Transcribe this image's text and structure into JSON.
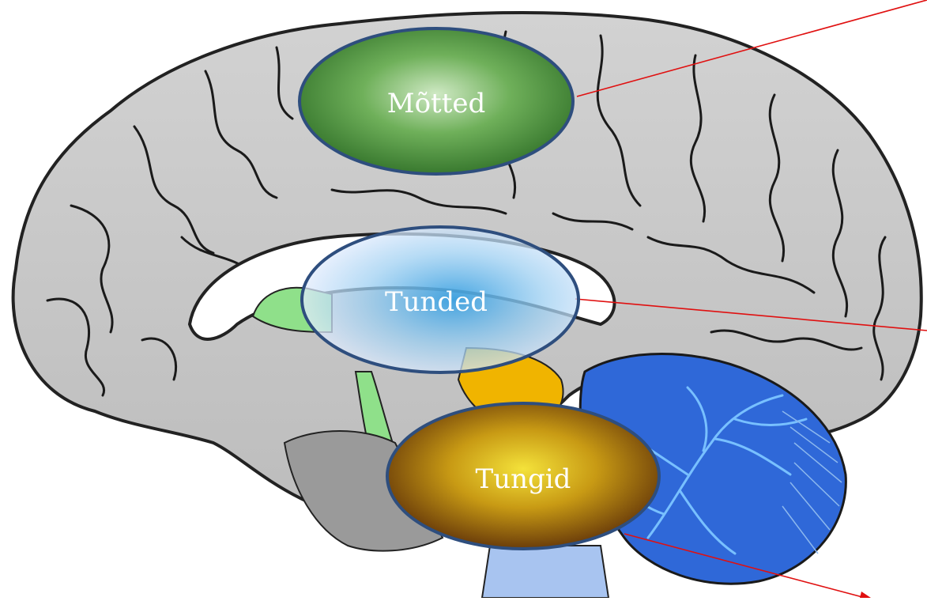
{
  "labels": {
    "thoughts": "Mõtted",
    "feelings": "Tunded",
    "sensations": "Tungid"
  },
  "colors": {
    "background": "#ffffff",
    "brain_fill": "#c8c8c8",
    "brain_stroke": "#222222",
    "sulci": "#1a1a1a",
    "corpus_callosum": "#ffffff",
    "limbic_green": "#8fe08a",
    "midbrain_orange": "#f0b400",
    "brainstem_grey": "#8a8a8a",
    "cerebellum_blue": "#2f68d8",
    "cerebellum_branch": "#78c0ff",
    "spinal_light_blue": "#a8c4f0",
    "thoughts_ellipse": "#3c8a32",
    "feelings_ellipse": "#7fb6ea",
    "sensations_ellipse": "#a07010",
    "ellipse_border": "#2e4e7e",
    "pointer_line": "#e01010"
  }
}
